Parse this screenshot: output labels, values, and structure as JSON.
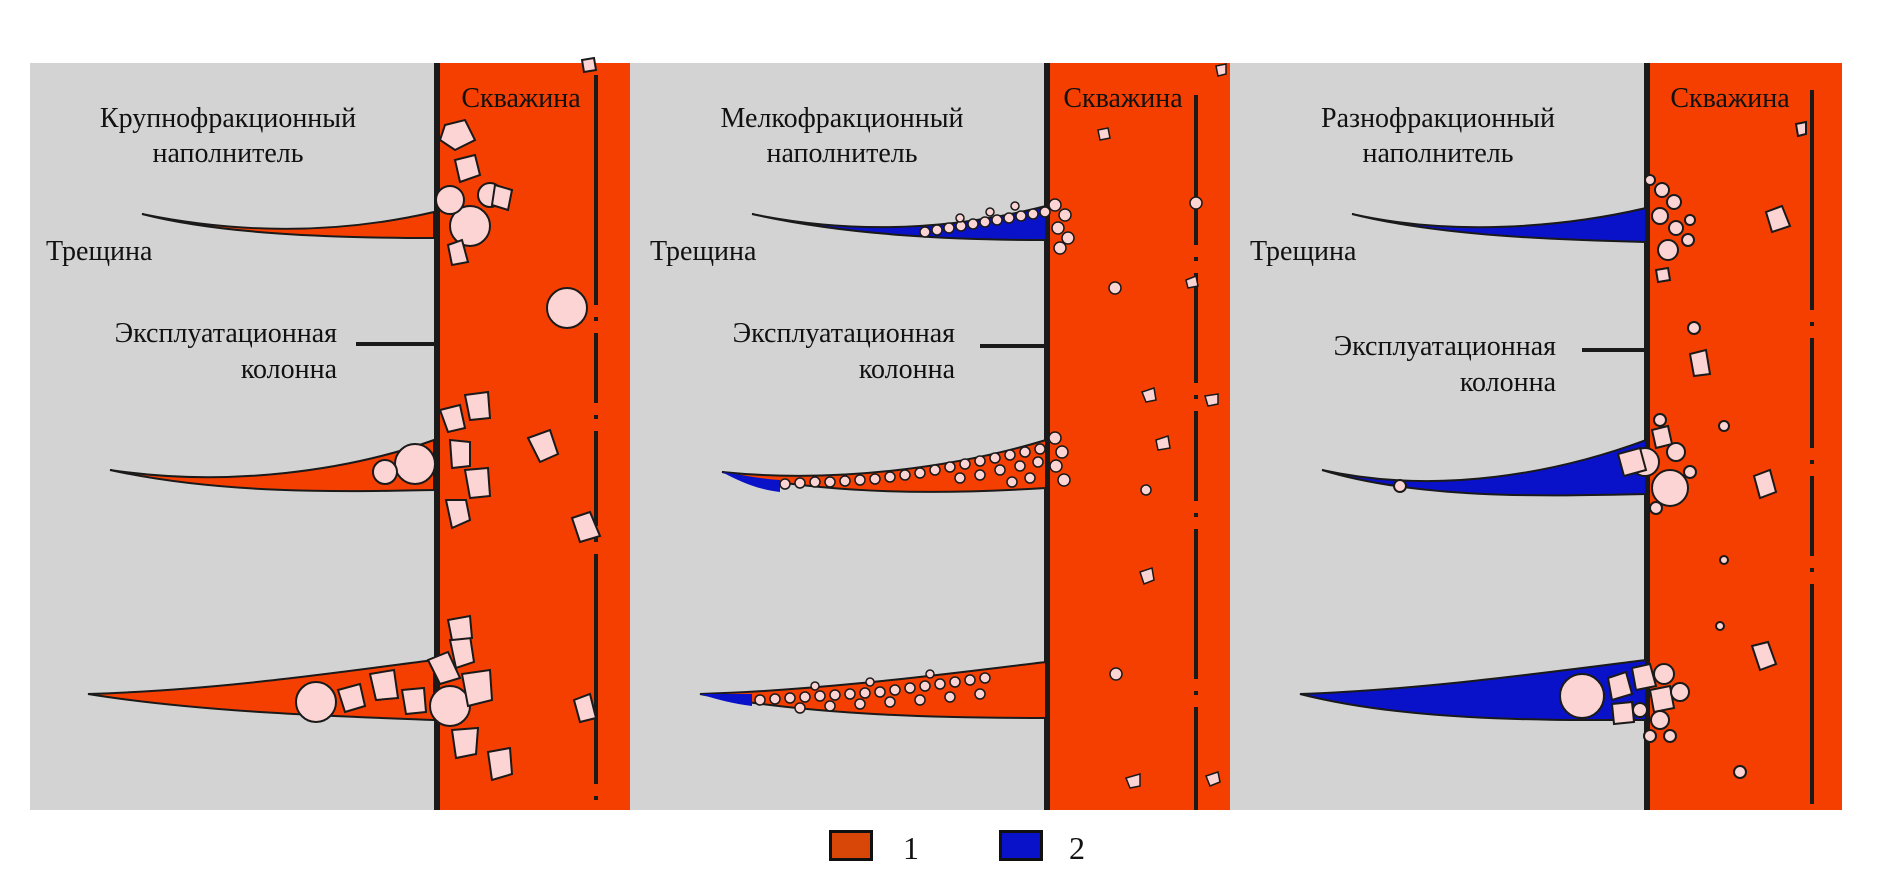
{
  "colors": {
    "background": "#d3d3d3",
    "well_fluid": "#f53f00",
    "proppant": "#fcd4d4",
    "outline": "#1a1a1a",
    "legend_1": "#d84708",
    "legend_2": "#0a12c9"
  },
  "panels": [
    {
      "filler_title_line1": "Крупнофракционный",
      "filler_title_line2": "наполнитель",
      "well_label": "Скважина",
      "crack_label": "Трещина",
      "casing_label_line1": "Эксплуатационная",
      "casing_label_line2": "колонна"
    },
    {
      "filler_title_line1": "Мелкофракционный",
      "filler_title_line2": "наполнитель",
      "well_label": "Скважина",
      "crack_label": "Трещина",
      "casing_label_line1": "Эксплуатационная",
      "casing_label_line2": "колонна"
    },
    {
      "filler_title_line1": "Разнофракционный",
      "filler_title_line2": "наполнитель",
      "well_label": "Скважина",
      "crack_label": "Трещина",
      "casing_label_line1": "Эксплуатационная",
      "casing_label_line2": "колонна"
    }
  ],
  "legend": [
    {
      "label": "1",
      "color": "#d84708"
    },
    {
      "label": "2",
      "color": "#0a12c9"
    }
  ]
}
